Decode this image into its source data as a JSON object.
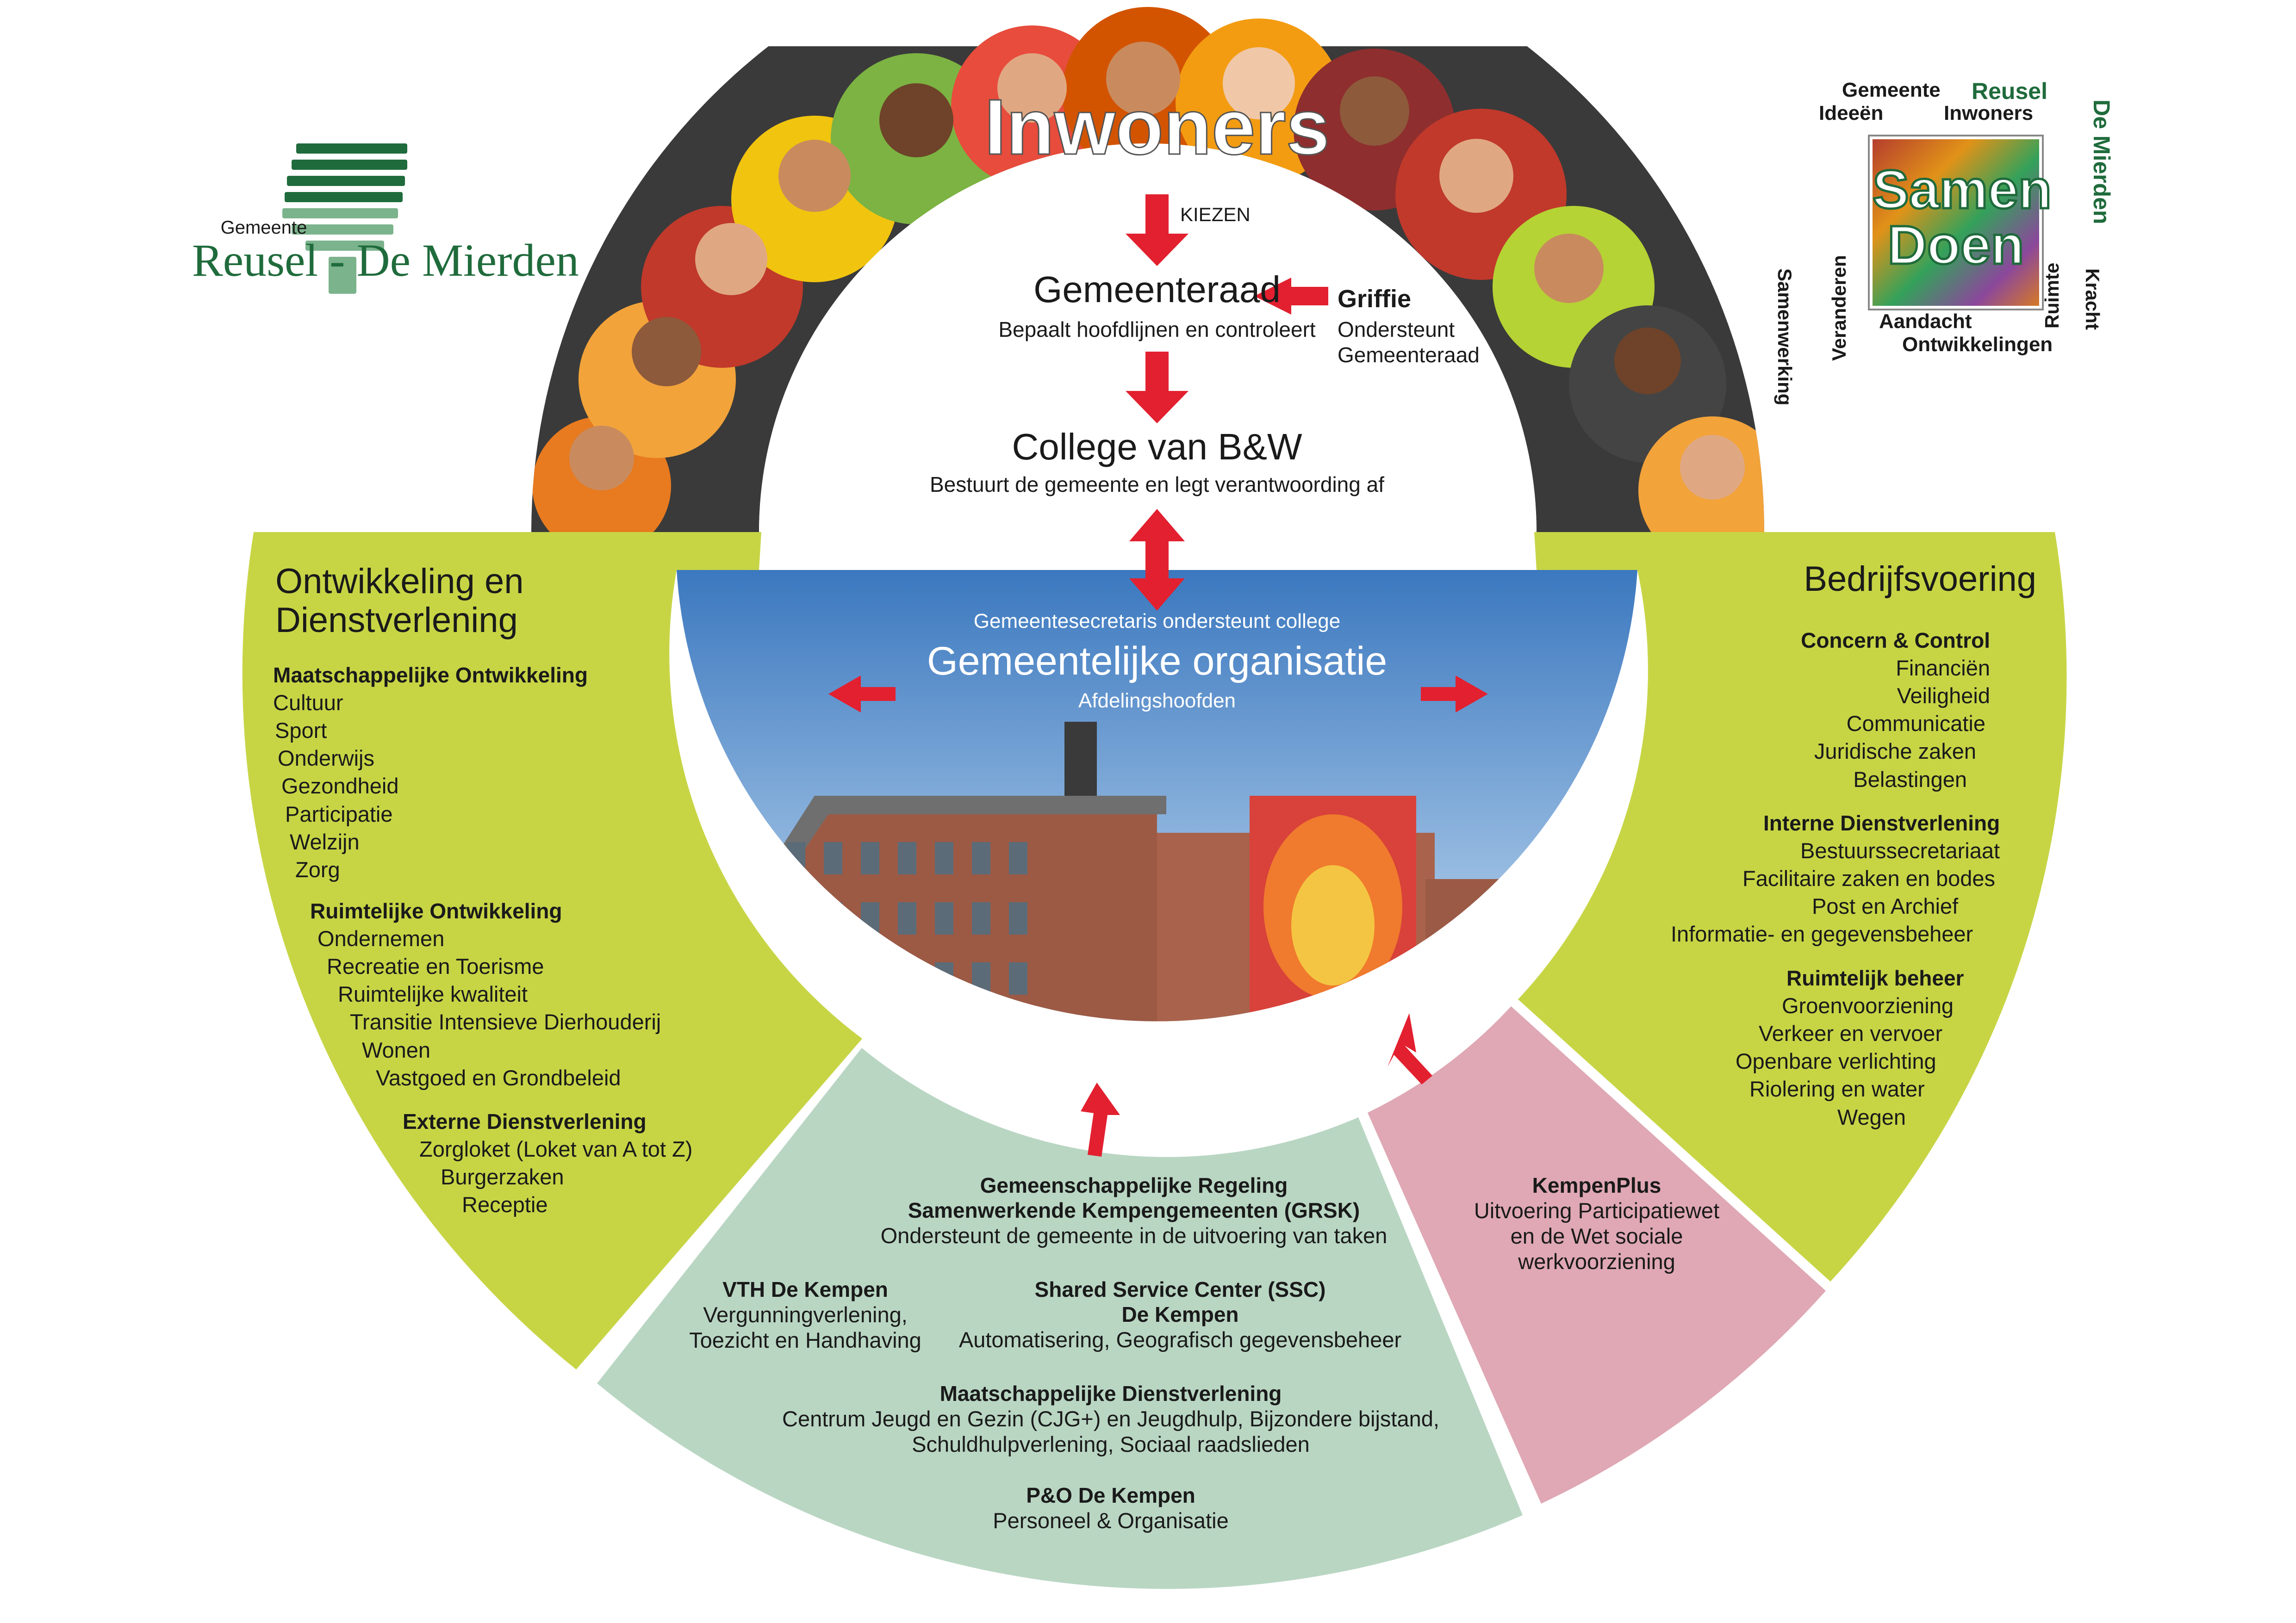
{
  "logo": {
    "small": "Gemeente",
    "name": "Reusel - De Mierden",
    "color_dark": "#1f6b3c",
    "color_light": "#7bb38c"
  },
  "badge": {
    "words": {
      "gemeente": "Gemeente",
      "reusel": "Reusel",
      "ideeen": "Ideeën",
      "inwoners": "Inwoners",
      "samenwerking": "Samenwerking",
      "veranderen": "Veranderen",
      "de_mierden": "De Mierden",
      "kracht": "Kracht",
      "ruimte": "Ruimte",
      "aandacht": "Aandacht",
      "ontwikkelingen": "Ontwikkelingen"
    },
    "center_line1": "Samen",
    "center_line2": "Doen"
  },
  "top": {
    "title": "Inwoners",
    "kiezen": "KIEZEN",
    "raad_title": "Gemeenteraad",
    "raad_sub": "Bepaalt hoofdlijnen en controleert",
    "griffie_title": "Griffie",
    "griffie_line1": "Ondersteunt",
    "griffie_line2": "Gemeenteraad",
    "college_title": "College van B&W",
    "college_sub": "Bestuurt de gemeente en legt verantwoording af"
  },
  "center": {
    "secretaris": "Gemeentesecretaris ondersteunt college",
    "title": "Gemeentelijke organisatie",
    "sub": "Afdelingshoofden"
  },
  "left": {
    "title_line1": "Ontwikkeling en",
    "title_line2": "Dienstverlening",
    "groups": [
      {
        "heading": "Maatschappelijke Ontwikkeling",
        "items": [
          "Cultuur",
          "Sport",
          "Onderwijs",
          "Gezondheid",
          "Participatie",
          "Welzijn",
          "Zorg"
        ]
      },
      {
        "heading": "Ruimtelijke Ontwikkeling",
        "items": [
          "Ondernemen",
          "Recreatie en Toerisme",
          "Ruimtelijke kwaliteit",
          "Transitie Intensieve Dierhouderij",
          "Wonen",
          "Vastgoed en Grondbeleid"
        ]
      },
      {
        "heading": "Externe Dienstverlening",
        "items": [
          "Zorgloket (Loket van A tot Z)",
          "Burgerzaken",
          "Receptie"
        ]
      }
    ]
  },
  "right": {
    "title": "Bedrijfsvoering",
    "groups": [
      {
        "heading": "Concern & Control",
        "items": [
          "Financiën",
          "Veiligheid",
          "Communicatie",
          "Juridische zaken",
          "Belastingen"
        ]
      },
      {
        "heading": "Interne Dienstverlening",
        "items": [
          "Bestuurssecretariaat",
          "Facilitaire zaken en bodes",
          "Post en Archief",
          "Informatie- en gegevensbeheer"
        ]
      },
      {
        "heading": "Ruimtelijk beheer",
        "items": [
          "Groenvoorziening",
          "Verkeer en vervoer",
          "Openbare verlichting",
          "Riolering en water",
          "Wegen"
        ]
      }
    ]
  },
  "bottom": {
    "grsk_line1": "Gemeenschappelijke Regeling",
    "grsk_line2": "Samenwerkende Kempengemeenten (GRSK)",
    "grsk_sub": "Ondersteunt de gemeente in de uitvoering van taken",
    "vth_title": "VTH De Kempen",
    "vth_line1": "Vergunningverlening,",
    "vth_line2": "Toezicht en Handhaving",
    "ssc_line1": "Shared Service Center (SSC)",
    "ssc_line2": "De Kempen",
    "ssc_sub": "Automatisering, Geografisch gegevensbeheer",
    "md_title": "Maatschappelijke Dienstverlening",
    "md_line1": "Centrum Jeugd en Gezin (CJG+) en Jeugdhulp, Bijzondere bijstand,",
    "md_line2": "Schuldhulpverlening, Sociaal raadslieden",
    "po_title": "P&O De Kempen",
    "po_sub": "Personeel & Organisatie"
  },
  "kempenplus": {
    "title": "KempenPlus",
    "line1": "Uitvoering Participatiewet",
    "line2": "en de Wet sociale",
    "line3": "werkvoorziening"
  },
  "colors": {
    "green_panel": "#c7d545",
    "bottom_panel": "#b9d6c3",
    "pink_panel": "#dfa8b4",
    "arrow_red": "#e2202f"
  }
}
